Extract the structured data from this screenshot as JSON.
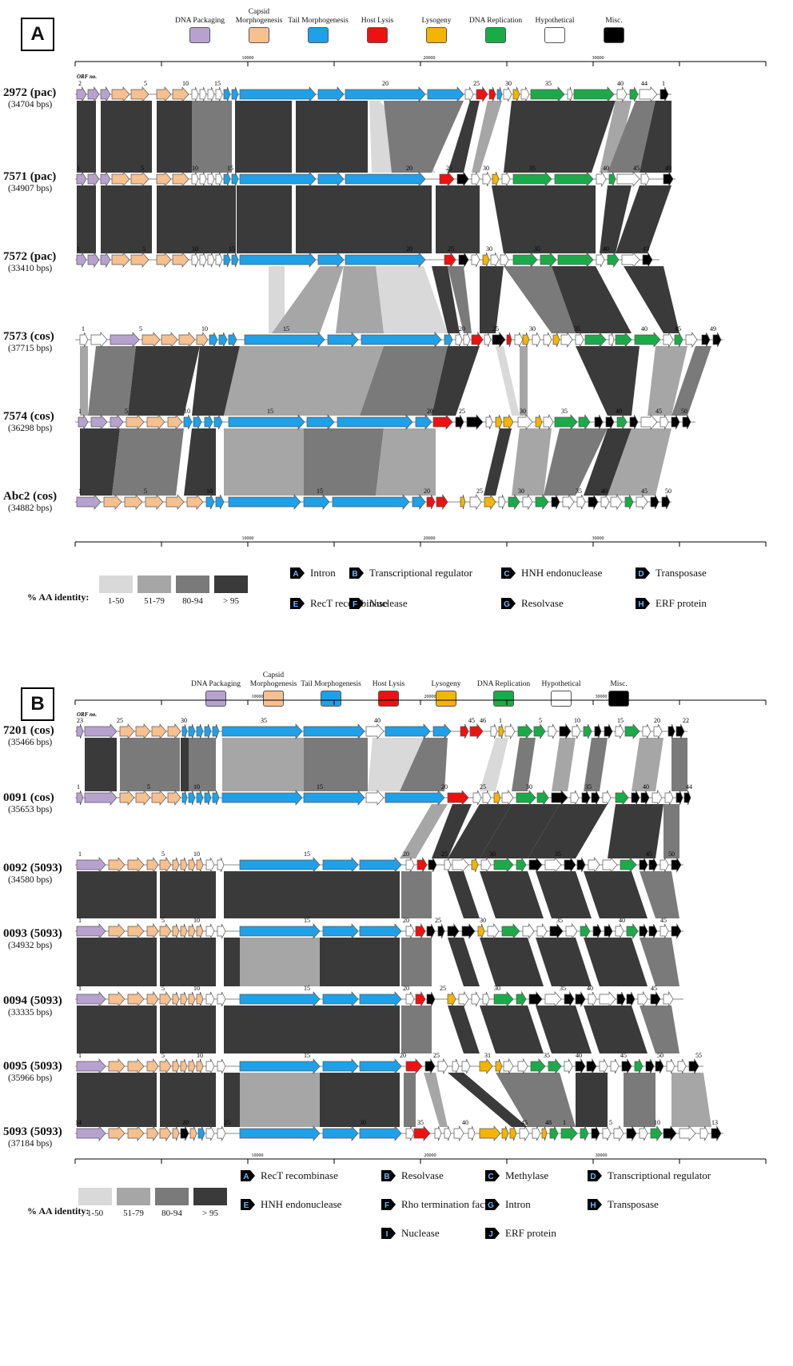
{
  "panels": [
    {
      "id": "A",
      "letter": "A",
      "legend": [
        {
          "label": "DNA Packaging",
          "color": "#b7a2cf"
        },
        {
          "label": "Capsid Morphogenesis",
          "color": "#f6c08f"
        },
        {
          "label": "Tail Morphogenesis",
          "color": "#1ea1e8"
        },
        {
          "label": "Host Lysis",
          "color": "#ee1111"
        },
        {
          "label": "Lysogeny",
          "color": "#f4b400"
        },
        {
          "label": "DNA Replication",
          "color": "#1aab48"
        },
        {
          "label": "Hypothetical",
          "color": "#ffffff"
        },
        {
          "label": "Misc.",
          "color": "#000000"
        }
      ],
      "axis_ticks": [
        "10000",
        "20000",
        "30000"
      ],
      "orf_header": "ORF no.",
      "genomes": [
        {
          "name": "2972 (pac)",
          "size": "(34704 bps)"
        },
        {
          "name": "7571 (pac)",
          "size": "(34907 bps)"
        },
        {
          "name": "7572 (pac)",
          "size": "(33410 bps)"
        },
        {
          "name": "7573 (cos)",
          "size": "(37715 bps)"
        },
        {
          "name": "7574 (cos)",
          "size": "(36298 bps)"
        },
        {
          "name": "Abc2 (cos)",
          "size": "(34882 bps)"
        }
      ],
      "orf_numbers": [
        [
          "2",
          "5",
          "10",
          "15",
          "20",
          "25",
          "30",
          "35",
          "40",
          "44",
          "1"
        ],
        [
          "1",
          "5",
          "10",
          "15",
          "20",
          "25",
          "30",
          "35",
          "40",
          "45",
          "49"
        ],
        [
          "1",
          "5",
          "10",
          "15",
          "20",
          "25",
          "30",
          "35",
          "40",
          "43"
        ],
        [
          "1",
          "5",
          "10",
          "15",
          "20",
          "25",
          "30",
          "35",
          "40",
          "45",
          "49"
        ],
        [
          "1",
          "5",
          "10",
          "15",
          "20",
          "25",
          "30",
          "35",
          "40",
          "45",
          "50"
        ],
        [
          "1",
          "5",
          "10",
          "15",
          "20",
          "25",
          "30",
          "35",
          "40",
          "45",
          "50"
        ]
      ],
      "identity_title": "% AA identity:",
      "identity_bins": [
        {
          "label": "1-50",
          "color": "#d9d9d9"
        },
        {
          "label": "51-79",
          "color": "#a6a6a6"
        },
        {
          "label": "80-94",
          "color": "#7a7a7a"
        },
        {
          "label": "> 95",
          "color": "#3a3a3a"
        }
      ],
      "letter_keys": [
        {
          "letter": "A",
          "label": "Intron"
        },
        {
          "letter": "B",
          "label": "Transcriptional regulator"
        },
        {
          "letter": "C",
          "label": "HNH endonuclease"
        },
        {
          "letter": "D",
          "label": "Transposase"
        },
        {
          "letter": "E",
          "label": "RecT recombinase"
        },
        {
          "letter": "F",
          "label": "Nuclease"
        },
        {
          "letter": "G",
          "label": "Resolvase"
        },
        {
          "letter": "H",
          "label": "ERF protein"
        }
      ]
    },
    {
      "id": "B",
      "letter": "B",
      "legend": [
        {
          "label": "DNA Packaging",
          "color": "#b7a2cf"
        },
        {
          "label": "Capsid Morphogenesis",
          "color": "#f6c08f"
        },
        {
          "label": "Tail Morphogenesis",
          "color": "#1ea1e8"
        },
        {
          "label": "Host Lysis",
          "color": "#ee1111"
        },
        {
          "label": "Lysogeny",
          "color": "#f4b400"
        },
        {
          "label": "DNA Replication",
          "color": "#1aab48"
        },
        {
          "label": "Hypothetical",
          "color": "#ffffff"
        },
        {
          "label": "Misc.",
          "color": "#000000"
        }
      ],
      "axis_ticks": [
        "10000",
        "20000",
        "30000"
      ],
      "orf_header": "ORF no.",
      "genomes": [
        {
          "name": "7201 (cos)",
          "size": "(35466 bps)"
        },
        {
          "name": "0091 (cos)",
          "size": "(35653 bps)"
        },
        {
          "name": "0092 (5093)",
          "size": "(34580 bps)"
        },
        {
          "name": "0093 (5093)",
          "size": "(34932 bps)"
        },
        {
          "name": "0094 (5093)",
          "size": "(33335 bps)"
        },
        {
          "name": "0095 (5093)",
          "size": "(35966 bps)"
        },
        {
          "name": "5093 (5093)",
          "size": "(37184 bps)"
        }
      ],
      "orf_numbers": [
        [
          "23",
          "25",
          "30",
          "35",
          "40",
          "45",
          "46",
          "1",
          "5",
          "10",
          "15",
          "20",
          "22"
        ],
        [
          "1",
          "5",
          "10",
          "15",
          "20",
          "25",
          "30",
          "35",
          "40",
          "44"
        ],
        [
          "1",
          "5",
          "10",
          "15",
          "20",
          "25",
          "30",
          "35",
          "45",
          "50"
        ],
        [
          "1",
          "5",
          "10",
          "15",
          "20",
          "25",
          "30",
          "35",
          "40",
          "45"
        ],
        [
          "1",
          "5",
          "10",
          "15",
          "20",
          "25",
          "30",
          "35",
          "40",
          "45"
        ],
        [
          "1",
          "5",
          "10",
          "15",
          "20",
          "25",
          "31",
          "35",
          "40",
          "45",
          "50",
          "55"
        ],
        [
          "14",
          "20",
          "25",
          "30",
          "35",
          "40",
          "45",
          "48",
          "1",
          "5",
          "10",
          "13"
        ]
      ],
      "identity_title": "% AA identity:",
      "identity_bins": [
        {
          "label": "1-50",
          "color": "#d9d9d9"
        },
        {
          "label": "51-79",
          "color": "#a6a6a6"
        },
        {
          "label": "80-94",
          "color": "#7a7a7a"
        },
        {
          "label": "> 95",
          "color": "#3a3a3a"
        }
      ],
      "letter_keys": [
        {
          "letter": "A",
          "label": "RecT recombinase"
        },
        {
          "letter": "B",
          "label": "Resolvase"
        },
        {
          "letter": "C",
          "label": "Methylase"
        },
        {
          "letter": "D",
          "label": "Transcriptional regulator"
        },
        {
          "letter": "E",
          "label": "HNH endonuclease"
        },
        {
          "letter": "F",
          "label": "Rho termination factor"
        },
        {
          "letter": "G",
          "label": "Intron"
        },
        {
          "letter": "H",
          "label": "Transposase"
        },
        {
          "letter": "I",
          "label": "Nuclease"
        },
        {
          "letter": "J",
          "label": "ERF protein"
        }
      ]
    }
  ]
}
